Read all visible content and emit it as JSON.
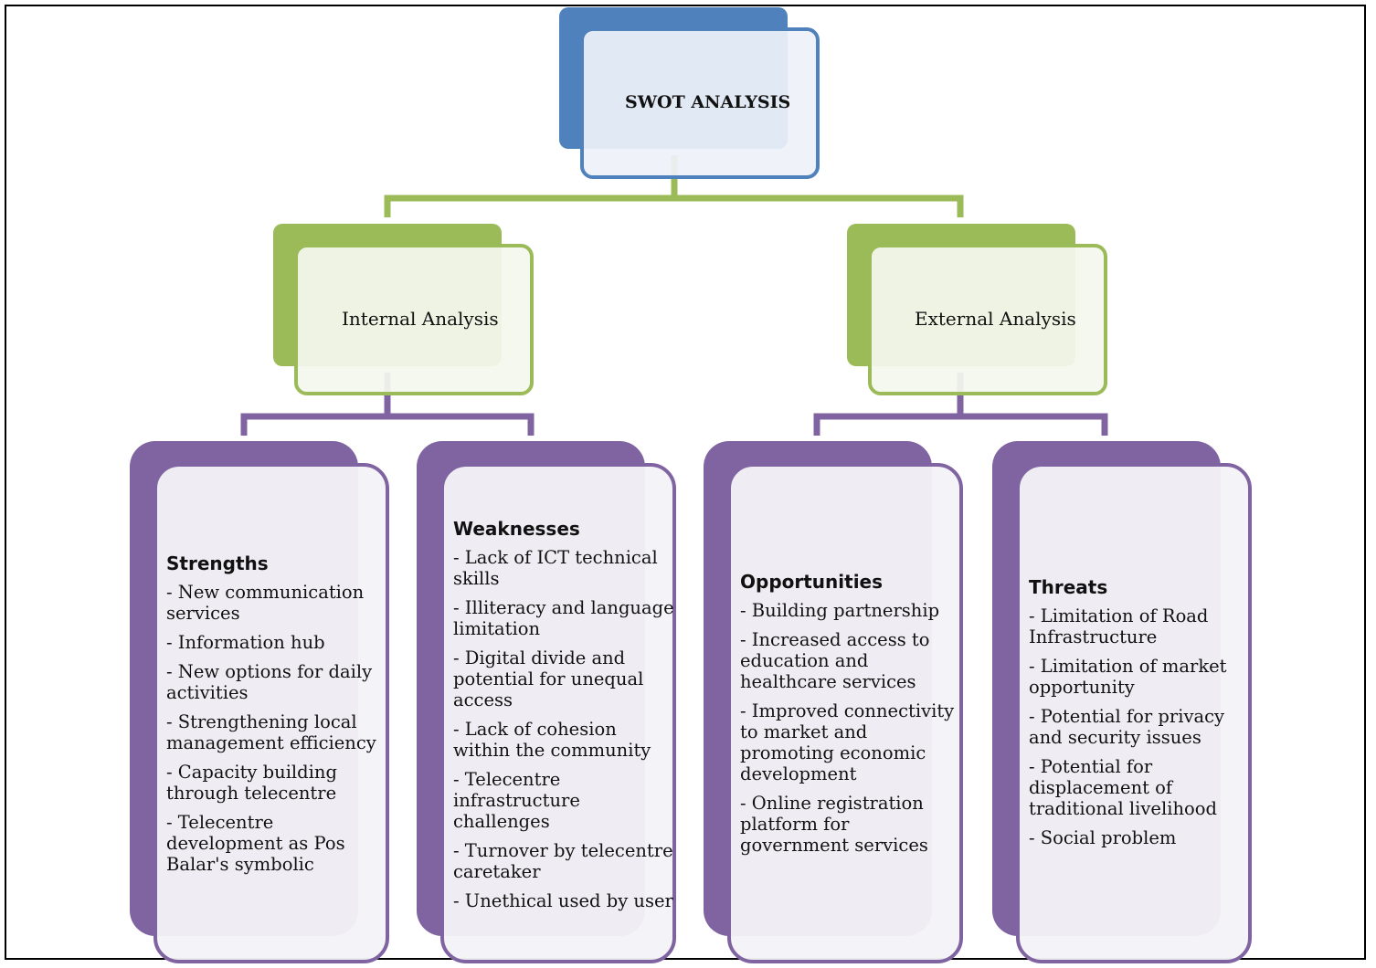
{
  "root": {
    "label": "SWOT ANALYSIS"
  },
  "internal": {
    "label": "Internal Analysis"
  },
  "external": {
    "label": "External Analysis"
  },
  "strengths": {
    "heading": "Strengths",
    "items": [
      "- New communication services",
      "- Information hub",
      "- New options for daily activities",
      "- Strengthening local management efficiency",
      "- Capacity building through telecentre",
      "- Telecentre development as Pos Balar's symbolic"
    ]
  },
  "weaknesses": {
    "heading": "Weaknesses",
    "items": [
      "- Lack of ICT  technical skills",
      "- Illiteracy and language limitation",
      "- Digital divide and potential for unequal access",
      "- Lack of cohesion within the community",
      "- Telecentre infrastructure challenges",
      "- Turnover by telecentre caretaker",
      "- Unethical used by user"
    ]
  },
  "opportunities": {
    "heading": "Opportunities",
    "items": [
      "- Building partnership",
      "- Increased access to education and healthcare services",
      "- Improved connectivity to market and promoting economic development",
      "- Online registration platform for government services"
    ]
  },
  "threats": {
    "heading": "Threats",
    "items": [
      "- Limitation of Road Infrastructure",
      "- Limitation of market opportunity",
      "- Potential for privacy and security issues",
      "- Potential for displacement of traditional livelihood",
      "- Social problem"
    ]
  },
  "colors": {
    "root": "#4f81bd",
    "level2": "#9bbb59",
    "level3": "#8064a2"
  }
}
